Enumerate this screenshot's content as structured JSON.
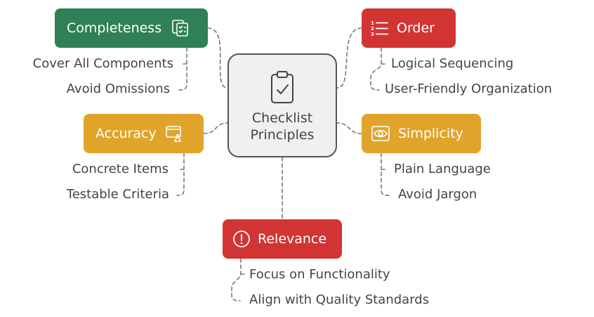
{
  "center": {
    "line1": "Checklist",
    "line2": "Principles",
    "icon": "clipboard-check-icon"
  },
  "nodes": {
    "completeness": {
      "label": "Completeness",
      "icon": "checklist-pages-icon",
      "color": "#2f8055",
      "items": [
        "Cover All Components",
        "Avoid Omissions"
      ]
    },
    "order": {
      "label": "Order",
      "icon": "numbered-list-icon",
      "color": "#d23434",
      "items": [
        "Logical Sequencing",
        "User-Friendly Organization"
      ]
    },
    "accuracy": {
      "label": "Accuracy",
      "icon": "window-test-icon",
      "color": "#e1a42a",
      "items": [
        "Concrete Items",
        "Testable Criteria"
      ]
    },
    "simplicity": {
      "label": "Simplicity",
      "icon": "eye-icon",
      "color": "#e1a42a",
      "items": [
        "Plain Language",
        "Avoid Jargon"
      ]
    },
    "relevance": {
      "label": "Relevance",
      "icon": "alert-circle-icon",
      "color": "#d23434",
      "items": [
        "Focus on Functionality",
        "Align with Quality Standards"
      ]
    }
  }
}
